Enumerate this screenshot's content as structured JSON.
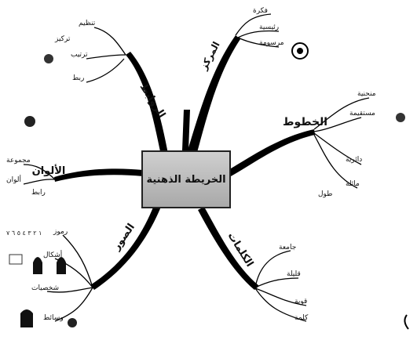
{
  "center": {
    "title": "الخريطة الذهنية"
  },
  "branches": [
    {
      "name": "lines",
      "label": "الخطوط",
      "leaves": [
        "منحنية",
        "مستقيمة",
        "دائرية",
        "مائلة",
        "طول"
      ]
    },
    {
      "name": "colors",
      "label": "الألوان",
      "leaves": [
        "مجموعة",
        "ألوان",
        "رابط"
      ]
    },
    {
      "name": "words",
      "label": "الكلمات",
      "leaves": [
        "جامعة",
        "قليلة",
        "قوية",
        "كلمة"
      ]
    },
    {
      "name": "images",
      "label": "الصور",
      "leaves": [
        "رموز",
        "أشكال",
        "شخصيات",
        "وسائط"
      ]
    },
    {
      "name": "links",
      "label": "الروابط",
      "leaves": [
        "تنظيم",
        "ترتيب",
        "ربط",
        "تركيز"
      ]
    },
    {
      "name": "center-branch",
      "label": "المركز",
      "leaves": [
        "فكرة",
        "رئيسية",
        "مرسومة"
      ]
    }
  ],
  "symbols": {
    "row": "١ ٢ ٣ ٤ ٥ ٦ ٧"
  },
  "colors": {
    "line": "#000000",
    "node_fill": "#bdbdbd",
    "background": "#ffffff"
  }
}
